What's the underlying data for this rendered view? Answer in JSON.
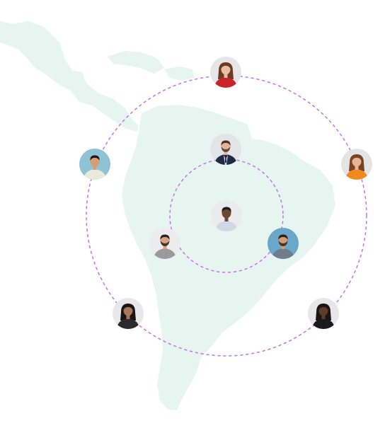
{
  "colors": {
    "map_fill": "#e6f5ef",
    "ring_stroke": "#c77be6",
    "light_bg": "#e9e9eb",
    "blue_bg": "#6aa7c8",
    "teal_bg": "#8fc2d4"
  },
  "diagram": {
    "center_person": {
      "name": "center-person-avatar",
      "bg": "#ebebed",
      "skin": "#6b4a33",
      "hair": "#1e1a18",
      "shirt": "#cfd8e3"
    },
    "inner_ring": [
      {
        "name": "inner-ring-avatar-top",
        "bg": "#e2e4e8",
        "skin": "#e2b59a",
        "hair": "#4a3324",
        "shirt": "#1f2b44",
        "beard": true,
        "suit": true
      },
      {
        "name": "inner-ring-avatar-left",
        "bg": "#ececee",
        "skin": "#d9a27e",
        "hair": "#2a211b",
        "shirt": "#9a9a9c",
        "beard": true
      },
      {
        "name": "inner-ring-avatar-right",
        "bg": "#6aa7c8",
        "skin": "#d29a73",
        "hair": "#2b211a",
        "shirt": "#6f7d8c",
        "beard": true
      }
    ],
    "outer_ring": [
      {
        "name": "outer-ring-avatar-top",
        "bg": "#e6e6e8",
        "skin": "#e7c0a4",
        "hair": "#6b3b22",
        "shirt": "#c8242a",
        "long_hair": true
      },
      {
        "name": "outer-ring-avatar-upper-left",
        "bg": "#8fc2d4",
        "skin": "#d79e73",
        "hair": "#1d1714",
        "shirt": "#e9ead8"
      },
      {
        "name": "outer-ring-avatar-upper-right",
        "bg": "#e4e4e6",
        "skin": "#e4b494",
        "hair": "#7a4423",
        "shirt": "#f08a1e",
        "long_hair": true
      },
      {
        "name": "outer-ring-avatar-lower-left",
        "bg": "#e8e8ea",
        "skin": "#a8775a",
        "hair": "#1b1614",
        "shirt": "#2a2a2e",
        "long_hair": true
      },
      {
        "name": "outer-ring-avatar-lower-right",
        "bg": "#e7e7e9",
        "skin": "#5e3c29",
        "hair": "#1a1512",
        "shirt": "#1a1a1c",
        "long_hair": true
      }
    ]
  }
}
